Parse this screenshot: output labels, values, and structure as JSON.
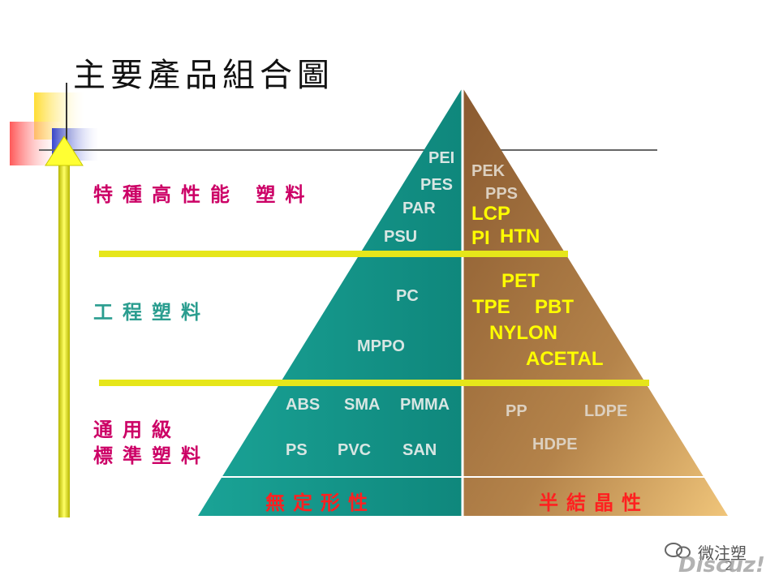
{
  "title": "主要產品組合圖",
  "tiers": [
    {
      "label": "特種高性能 塑料",
      "color": "#cc0066"
    },
    {
      "label": "工程塑料",
      "color": "#2a9d8f"
    },
    {
      "label": "通用級",
      "color": "#cc0066"
    },
    {
      "label": "標準塑料",
      "color": "#cc0066"
    }
  ],
  "amorphous": {
    "label": "無定形性",
    "top": [
      "PEI",
      "PES",
      "PAR",
      "PSU"
    ],
    "middle": [
      "PC",
      "MPPO"
    ],
    "bottom": [
      "ABS",
      "SMA",
      "PMMA",
      "PS",
      "PVC",
      "SAN"
    ]
  },
  "crystalline": {
    "label": "半結晶性",
    "top_grey": [
      "PEK",
      "PPS"
    ],
    "top_yellow": [
      "LCP",
      "PI",
      "HTN"
    ],
    "middle": [
      "PET",
      "TPE",
      "PBT",
      "NYLON",
      "ACETAL"
    ],
    "bottom": [
      "PP",
      "LDPE",
      "HDPE"
    ]
  },
  "page_number": "2",
  "watermark": {
    "brand": "微注塑",
    "site": "Discuz!"
  },
  "colors": {
    "teal": "#1aa394",
    "brown": "#9a6a3c",
    "tan": "#e8b870",
    "yellow_line": "#e6e61a"
  }
}
